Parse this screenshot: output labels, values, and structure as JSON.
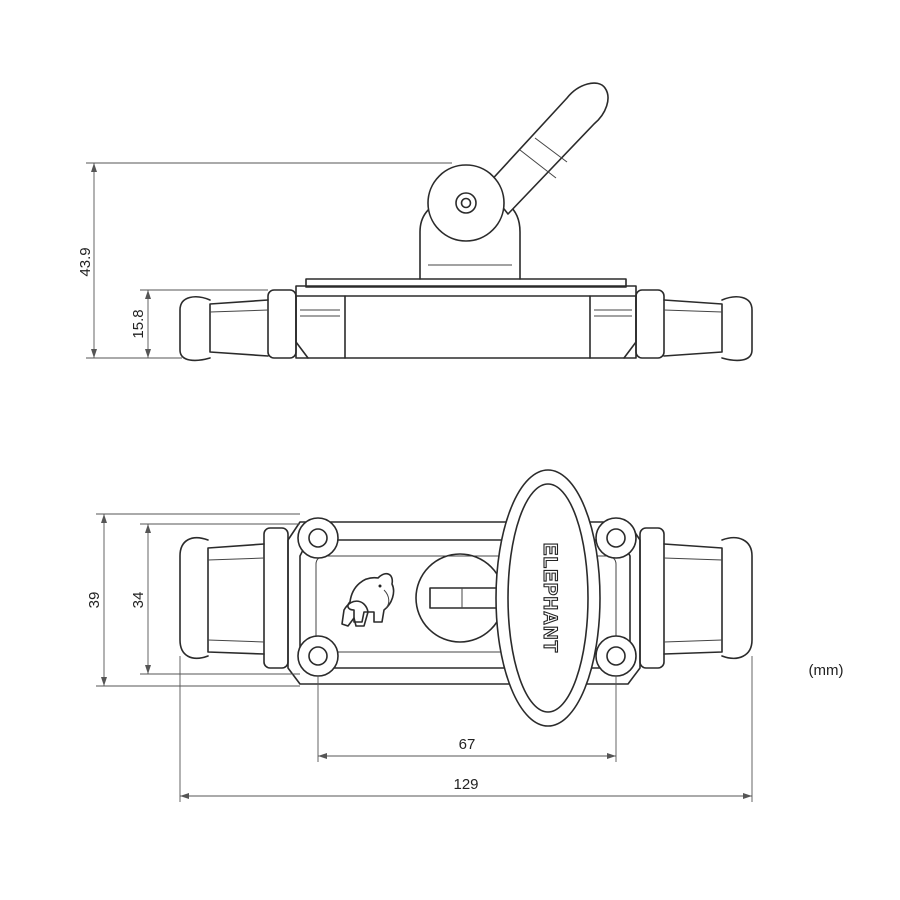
{
  "side_view": {
    "dim_total_height": "43.9",
    "dim_base_height": "15.8"
  },
  "top_view": {
    "dim_outer_width": "39",
    "dim_inner_width": "34",
    "dim_hole_spacing": "67",
    "dim_total_length": "129",
    "brand_text": "ELEPHANT"
  },
  "units_label": "(mm)"
}
